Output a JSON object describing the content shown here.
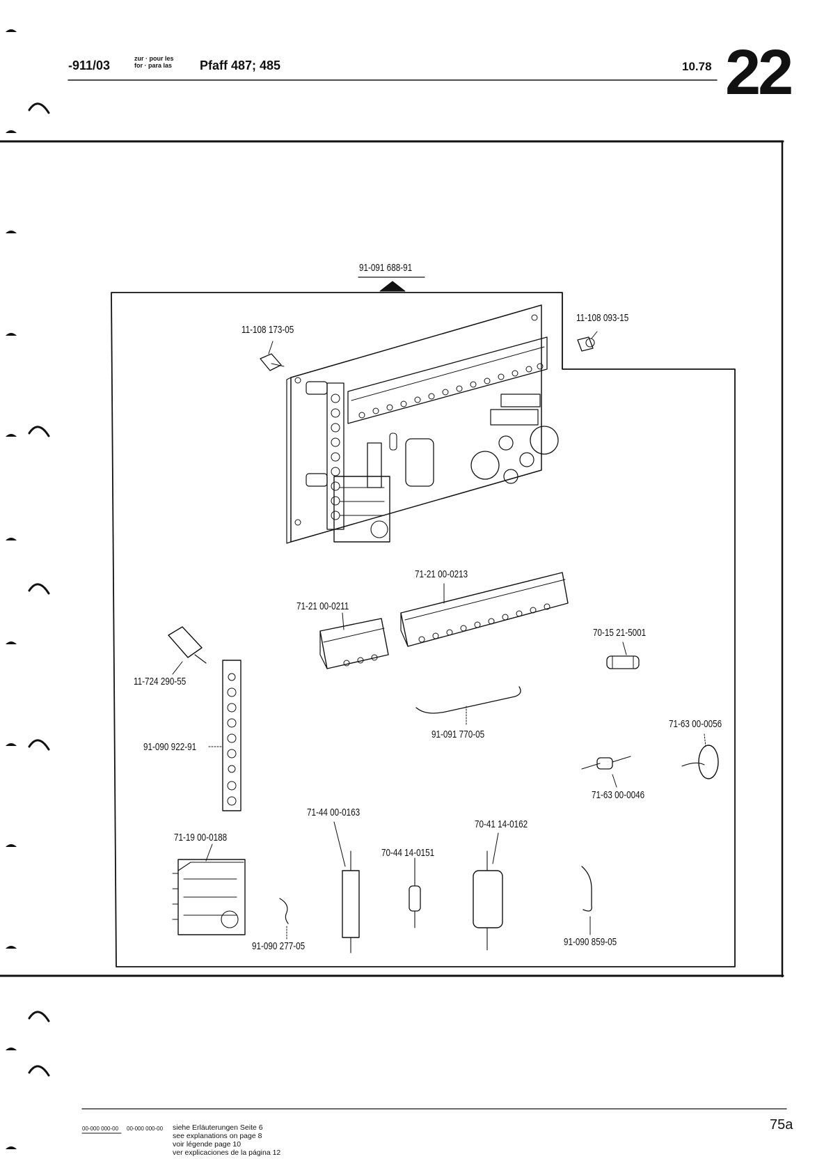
{
  "header": {
    "catalog_code": "-911/03",
    "for_labels": [
      "zur · pour les",
      "for · para las"
    ],
    "machine": "Pfaff 487; 485",
    "date": "10.78",
    "group_number": "22"
  },
  "diagram": {
    "assembly_part": "91-091 688-91",
    "parts": [
      "11-108 173-05",
      "11-108 093-15",
      "71-21 00-0213",
      "71-21 00-0211",
      "70-15 21-5001",
      "11-724 290-55",
      "91-091 770-05",
      "71-63 00-0056",
      "91-090 922-91",
      "71-63 00-0046",
      "71-44 00-0163",
      "70-41 14-0162",
      "71-19 00-0188",
      "70-44 14-0151",
      "91-090 277-05",
      "91-090 859-05"
    ]
  },
  "footer": {
    "code_formats": [
      "00-000 000-00",
      "00-000 000-00"
    ],
    "explanations": [
      "siehe Erläuterungen Seite 6",
      "see explanations on page 8",
      "voir légende page 10",
      "ver explicaciones de la página 12"
    ],
    "page_number": "75a"
  }
}
